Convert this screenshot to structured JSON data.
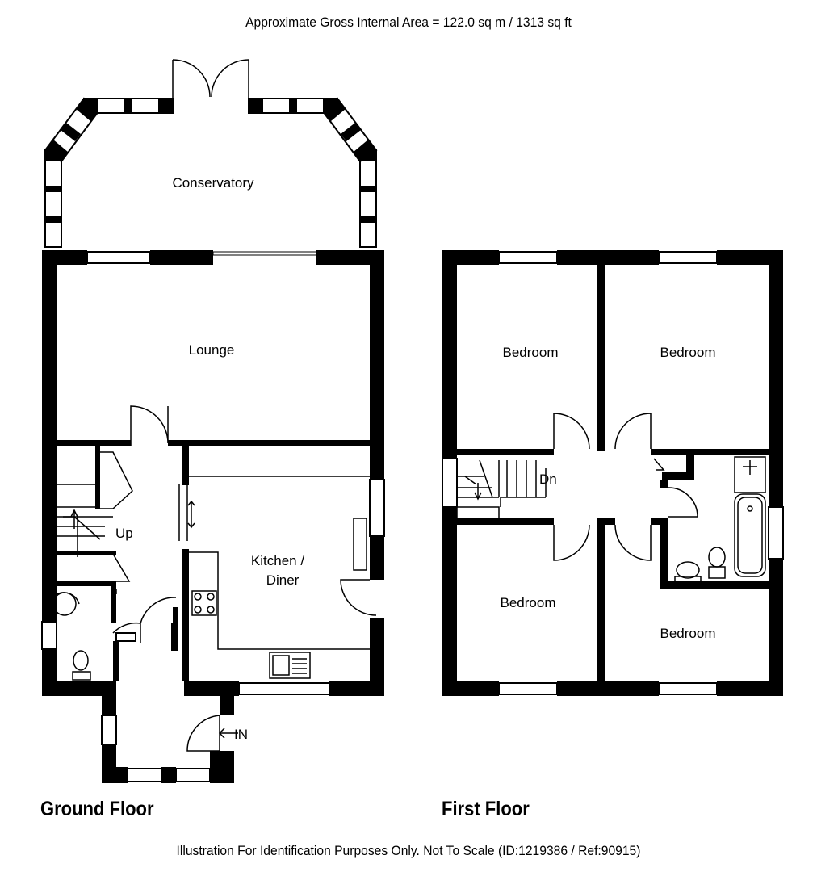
{
  "header": {
    "title": "Approximate Gross Internal Area = 122.0 sq m / 1313 sq ft"
  },
  "footer": {
    "text": "Illustration For Identification Purposes Only. Not To Scale (ID:1219386 / Ref:90915)"
  },
  "ground_floor": {
    "label": "Ground Floor",
    "rooms": {
      "conservatory": "Conservatory",
      "lounge": "Lounge",
      "kitchen_line1": "Kitchen /",
      "kitchen_line2": "Diner",
      "stairs": "Up",
      "entrance": "IN"
    }
  },
  "first_floor": {
    "label": "First Floor",
    "rooms": {
      "bedroom_top_left": "Bedroom",
      "bedroom_top_right": "Bedroom",
      "bedroom_bottom_left": "Bedroom",
      "bedroom_bottom_right": "Bedroom",
      "stairs": "Dn"
    }
  },
  "colors": {
    "wall": "#000000",
    "background": "#ffffff"
  }
}
